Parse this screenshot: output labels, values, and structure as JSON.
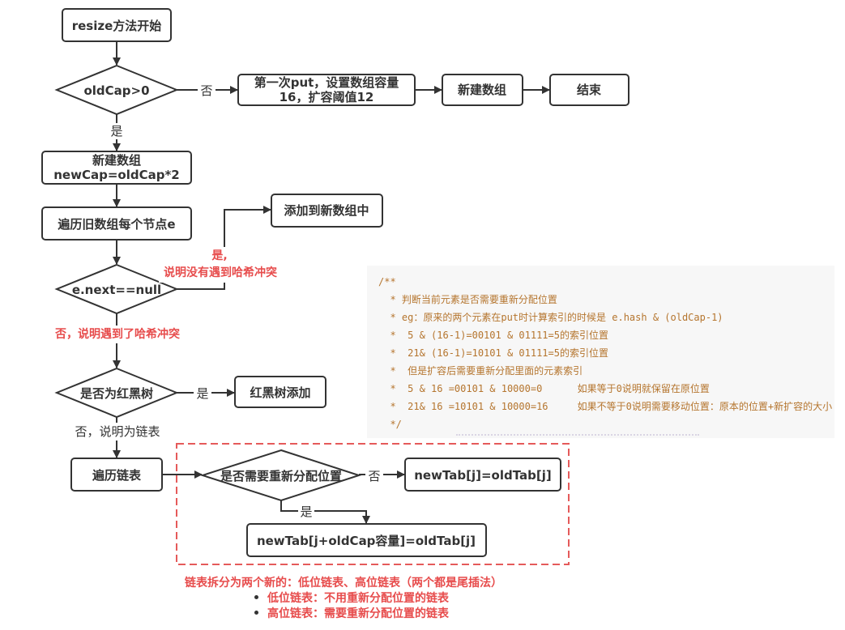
{
  "diagram": {
    "title": "HashMap resize 流程",
    "colors": {
      "stroke": "#333333",
      "annotation_red": "#e74c4c",
      "dashed_group": "#e55a5a",
      "code_bg": "#f7f7f7",
      "code_text": "#b5752e"
    },
    "nodes": {
      "start": "resize方法开始",
      "cond_oldcap": "oldCap>0",
      "first_put_line1": "第一次put，设置数组容量",
      "first_put_line2": "16，扩容阈值12",
      "new_array_right": "新建数组",
      "end": "结束",
      "new_array_line1": "新建数组",
      "new_array_line2": "newCap=oldCap*2",
      "traverse_old": "遍历旧数组每个节点e",
      "add_to_new": "添加到新数组中",
      "cond_next_null": "e.next==null",
      "cond_rbtree": "是否为红黑树",
      "rbtree_add": "红黑树添加",
      "traverse_list": "遍历链表",
      "cond_realloc": "是否需要重新分配位置",
      "low_assign": "newTab[j]=oldTab[j]",
      "high_assign": "newTab[j+oldCap容量]=oldTab[j]"
    },
    "edge_labels": {
      "oldcap_no": "否",
      "oldcap_yes": "是",
      "next_null_yes_line1": "是,",
      "next_null_yes_line2": "说明没有遇到哈希冲突",
      "next_null_no": "否，说明遇到了哈希冲突",
      "rbtree_yes": "是",
      "rbtree_no": "否，说明为链表",
      "realloc_no": "否",
      "realloc_yes": "是"
    }
  },
  "code_comment": {
    "lines": [
      "/**",
      "  * 判断当前元素是否需要重新分配位置",
      "  * eg：原来的两个元素在put时计算索引的时候是 e.hash & (oldCap-1)",
      "  *  5 & (16-1)=00101 & 01111=5的索引位置",
      "  *  21& (16-1)=10101 & 01111=5的索引位置",
      "  *  但是扩容后需要重新分配里面的元素索引",
      "  *  5 & 16 =00101 & 10000=0      如果等于0说明就保留在原位置",
      "  *  21& 16 =10101 & 10000=16     如果不等于0说明需要移动位置：原本的位置+新扩容的大小",
      "  */"
    ]
  },
  "notes": {
    "heading": "链表拆分为两个新的：低位链表、高位链表（两个都是尾插法）",
    "items": [
      "低位链表：不用重新分配位置的链表",
      "高位链表：需要重新分配位置的链表"
    ]
  }
}
